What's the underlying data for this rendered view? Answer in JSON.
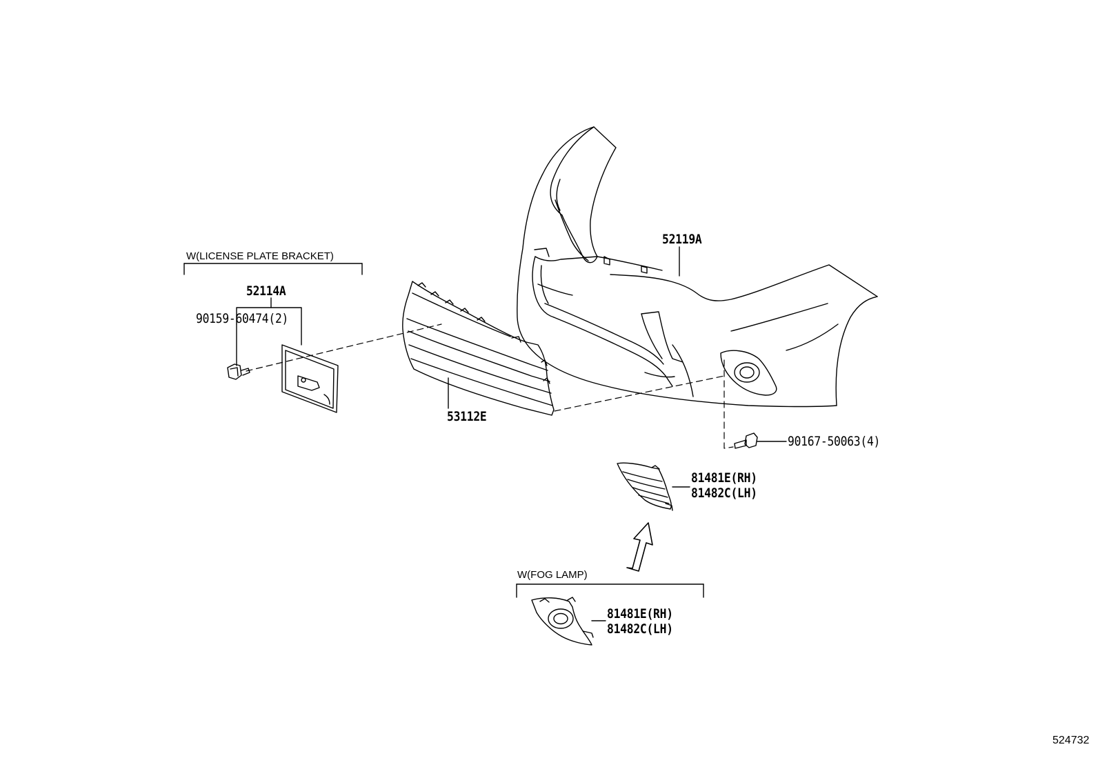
{
  "groups": {
    "license_plate_bracket": "W(LICENSE PLATE BRACKET)",
    "fog_lamp": "W(FOG LAMP)"
  },
  "parts": {
    "license_bracket": "52114A",
    "license_bolt": "90159-60474(2)",
    "front_bumper_cover": "52119A",
    "lower_grille": "53112E",
    "bumper_screw": "90167-50063(4)",
    "fog_cover_upper_rh": "81481E(RH)",
    "fog_cover_upper_lh": "81482C(LH)",
    "fog_cover_lower_rh": "81481E(RH)",
    "fog_cover_lower_lh": "81482C(LH)"
  },
  "illustration_id": "524732"
}
